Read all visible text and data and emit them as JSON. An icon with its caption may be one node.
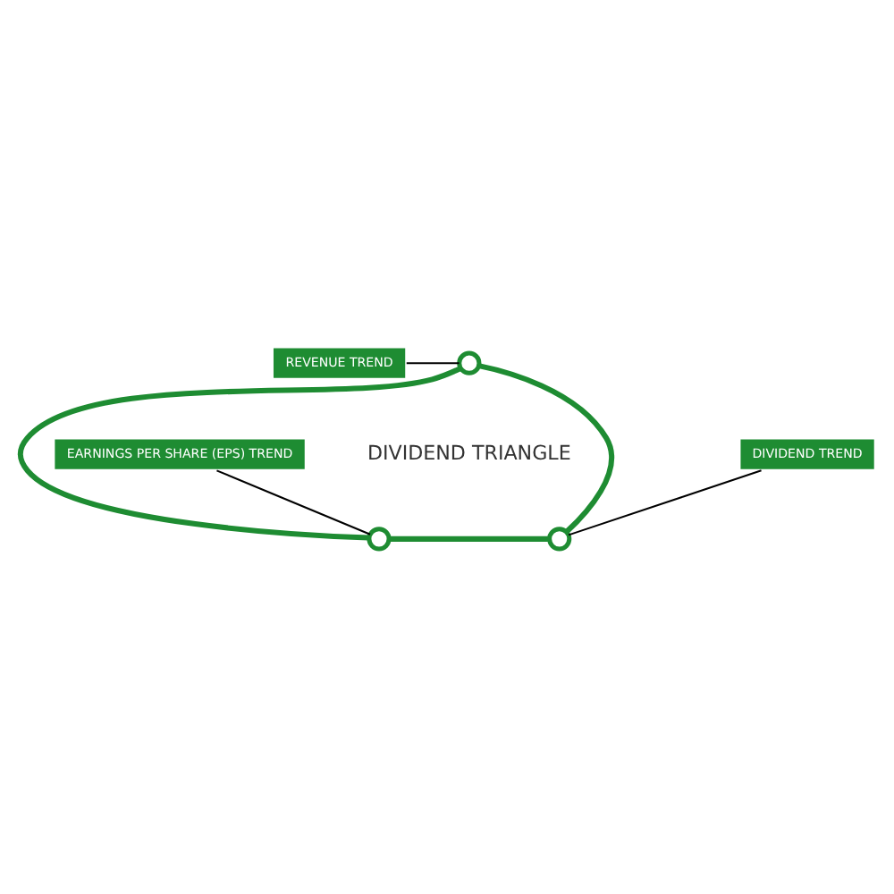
{
  "diagram": {
    "nodes": [
      {
        "text": [],
        "shape": "circle"
      },
      {
        "text": [
          "REVENUE TREND"
        ]
      },
      {
        "text": [
          "DIVIDEND TREND"
        ]
      },
      {
        "text": [],
        "shape": "circle"
      },
      {
        "text": [],
        "shape": "circle"
      },
      {
        "text": [
          "EARNINGS PER SHARE (EPS) TREND"
        ]
      }
    ],
    "edges": [
      {
        "from": 1,
        "to": 0,
        "arrow": "none"
      },
      {
        "from": 0,
        "to": 3,
        "arrow": "none",
        "style": "thick",
        "color": "#1e8c32"
      },
      {
        "from": 3,
        "to": 4,
        "arrow": "none",
        "style": "thick",
        "color": "#1e8c32"
      },
      {
        "from": 4,
        "to": 0,
        "arrow": "none",
        "style": "thick",
        "color": "#1e8c32"
      },
      {
        "from": 2,
        "to": 4,
        "arrow": "none"
      },
      {
        "from": 5,
        "to": 3,
        "arrow": "none"
      }
    ],
    "labels": [
      "DIVIDEND TRIANGLE"
    ]
  }
}
